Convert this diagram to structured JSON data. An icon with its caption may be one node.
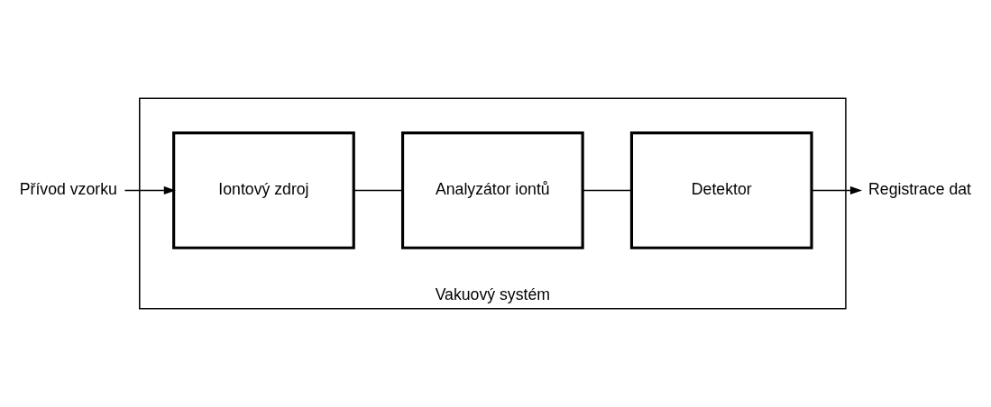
{
  "diagram": {
    "nodes": [
      {
        "text": [
          "Vakuový systém"
        ]
      },
      {
        "text": [
          "Iontový zdroj"
        ],
        "in": 0
      },
      {
        "text": [
          "Analyzátor iontů"
        ],
        "in": 0
      },
      {
        "text": [
          "Detektor"
        ],
        "in": 0
      },
      {
        "text": [
          "Přívod vzorku"
        ]
      },
      {
        "text": [
          "Registrace dat"
        ]
      }
    ],
    "edges": [
      {
        "from": 4,
        "to": 1,
        "arrow": "to"
      },
      {
        "from": 1,
        "to": 2,
        "arrow": "none"
      },
      {
        "from": 2,
        "to": 3,
        "arrow": "none"
      },
      {
        "from": 3,
        "to": 5,
        "arrow": "to"
      }
    ]
  }
}
